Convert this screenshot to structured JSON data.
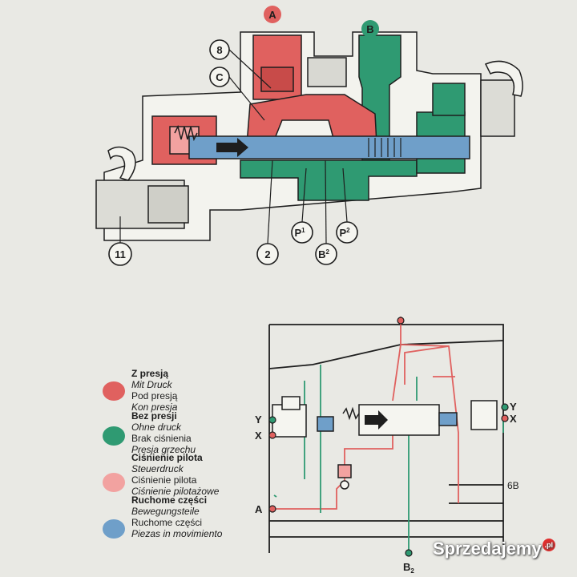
{
  "colors": {
    "pressure": "#e0615f",
    "no_pressure": "#2f9a72",
    "pilot": "#f2a2a0",
    "moving": "#6f9fc9",
    "line": "#1e1e1e",
    "paper": "#e9e9e4"
  },
  "top_diagram": {
    "port_a": "A",
    "port_b": "B",
    "callouts": {
      "c8": "8",
      "cC": "C",
      "c11": "11",
      "c2": "2",
      "cP1": "P",
      "cP1_sub": "1",
      "cB2": "B",
      "cB2_sub": "2",
      "cP2": "P",
      "cP2_sub": "2"
    }
  },
  "schematic": {
    "left_y": "Y",
    "left_x": "X",
    "right_y": "Y",
    "right_x": "X",
    "port_a": "A",
    "port_b2": "B",
    "port_b2_sub": "2",
    "port_6b": "6B"
  },
  "legend": [
    {
      "title": "Z presją",
      "lines": [
        "Mit Druck",
        "Pod presją",
        "Kon presja"
      ],
      "color_key": "pressure"
    },
    {
      "title": "Bez presji",
      "lines": [
        "Ohne druck",
        "Brak ciśnienia",
        "Presja grzechu"
      ],
      "color_key": "no_pressure"
    },
    {
      "title": "Ciśnienie pilota",
      "lines": [
        "Steuerdruck",
        "Ciśnienie pilota",
        "Ciśnienie pilotażowe"
      ],
      "color_key": "pilot"
    },
    {
      "title": "Ruchome części",
      "lines": [
        "Bewegungsteile",
        "Ruchome części",
        "Piezas in movimiento"
      ],
      "color_key": "moving"
    }
  ],
  "watermark": {
    "text": "Sprzedajemy",
    "suffix": ".pl"
  }
}
